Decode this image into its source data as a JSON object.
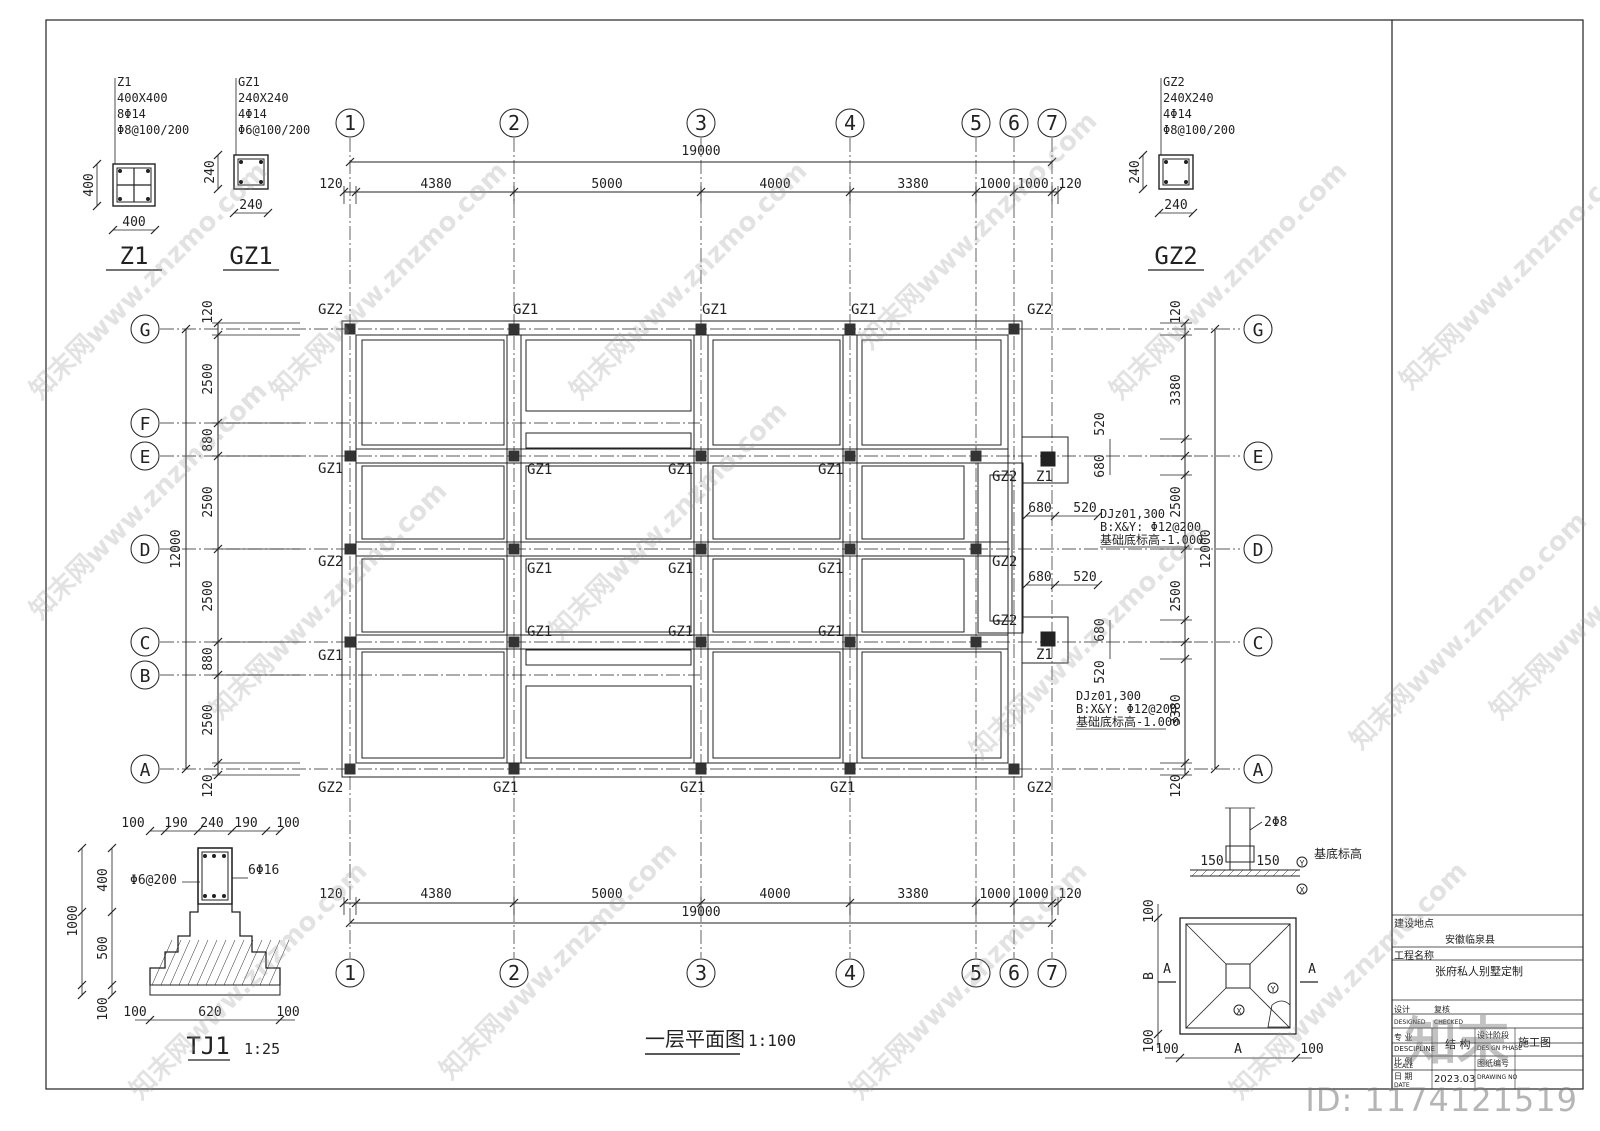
{
  "column_details": [
    {
      "id": "Z1",
      "lines": [
        "Z1",
        "400X400",
        "8Φ14",
        "Φ8@100/200"
      ],
      "dim_w": "400",
      "dim_h": "400",
      "label": "Z1"
    },
    {
      "id": "GZ1",
      "lines": [
        "GZ1",
        "240X240",
        "4Φ14",
        "Φ6@100/200"
      ],
      "dim_w": "240",
      "dim_h": "240",
      "label": "GZ1"
    },
    {
      "id": "GZ2",
      "lines": [
        "GZ2",
        "240X240",
        "4Φ14",
        "Φ8@100/200"
      ],
      "dim_w": "240",
      "dim_h": "240",
      "label": "GZ2"
    }
  ],
  "grid_axes_x": [
    "1",
    "2",
    "3",
    "4",
    "5",
    "6",
    "7"
  ],
  "grid_axes_y": [
    "G",
    "F",
    "E",
    "D",
    "C",
    "B",
    "A"
  ],
  "dims_top": {
    "total": "19000",
    "segments": [
      "120",
      "4380",
      "5000",
      "4000",
      "3380",
      "1000",
      "1000",
      "120"
    ]
  },
  "dims_bottom": {
    "total": "19000",
    "segments": [
      "120",
      "4380",
      "5000",
      "4000",
      "3380",
      "1000",
      "1000",
      "120"
    ]
  },
  "dims_left": {
    "total": "12000",
    "segments": [
      "120",
      "2500",
      "880",
      "2500",
      "2500",
      "880",
      "2500",
      "120"
    ]
  },
  "dims_right": {
    "total": "12000",
    "segments": [
      "120",
      "3380",
      "520",
      "680",
      "2500",
      "2500",
      "680",
      "520",
      "3380",
      "120"
    ]
  },
  "column_tags": {
    "GZ2": "GZ2",
    "GZ1": "GZ1",
    "Z1": "Z1"
  },
  "footing_notes": [
    {
      "lines": [
        "DJz01,300",
        "B:X&Y: Φ12@200",
        "基础底标高-1.000"
      ]
    },
    {
      "lines": [
        "DJz01,300",
        "B:X&Y: Φ12@200",
        "基础底标高-1.000"
      ]
    }
  ],
  "footing_dims": [
    "680",
    "520",
    "680",
    "520"
  ],
  "tj1": {
    "dims_top": [
      "100",
      "190",
      "240",
      "190",
      "100"
    ],
    "rebar_a": "Φ6@200",
    "rebar_b": "6Φ16",
    "dims_left": [
      "1000",
      "400",
      "500",
      "100"
    ],
    "dims_bottom": [
      "100",
      "620",
      "100"
    ],
    "title": "TJ1",
    "scale": "1:25"
  },
  "plan_title": "一层平面图",
  "plan_scale": "1:100",
  "tie_detail": {
    "rebar": "2Φ8",
    "dim_a": "150",
    "dim_b": "150",
    "note": "基底标高",
    "sym_y": "Y",
    "sym_x": "X"
  },
  "pad_detail": {
    "a": "A",
    "b": "B",
    "d100": "100",
    "sym_y": "Y",
    "sym_x": "X"
  },
  "title_block": {
    "site_label": "建设地点",
    "site_value": "安徽临泉县",
    "project_label": "工程名称",
    "project_value": "张府私人别墅定制",
    "discipline": "专 业",
    "discipline_en": "DESCIPLINE",
    "discipline_value": "结 构",
    "phase_label": "设计阶段",
    "phase_en": "DES GN PHASE",
    "phase_value": "施工图",
    "scale_label": "比 例",
    "scale_en": "SCALE",
    "date_label": "日 期",
    "date_en": "DATE",
    "date_value": "2023.03",
    "drawing_no_label": "图纸编号",
    "drawing_no_en": "DRAWING NO",
    "design_label": "设计",
    "design_en": "DESIGNED",
    "check_label": "复核",
    "check_en": "CHECKED"
  },
  "watermark_text": "知末网www.znzmo.com",
  "brand_text": "知末",
  "id_text": "ID: 1174121519"
}
